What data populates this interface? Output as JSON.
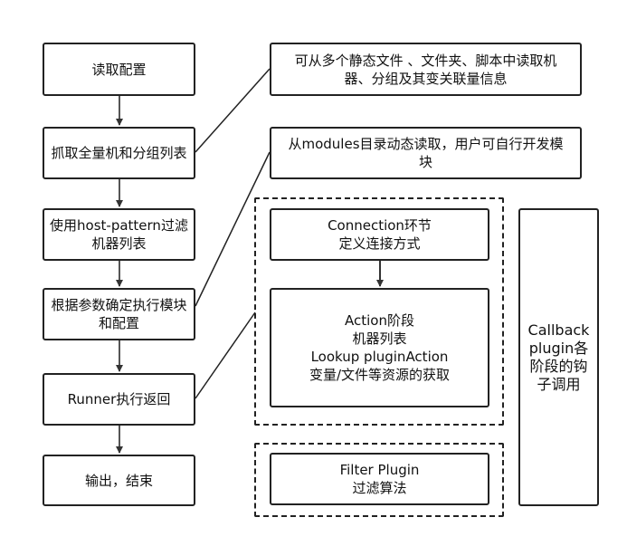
{
  "flow": {
    "step1": "读取配置",
    "step2": "抓取全量机和分组列表",
    "step3": "使用host-pattern过滤机器列表",
    "step4": "根据参数确定执行模块和配置",
    "step5": "Runner执行返回",
    "step6": "输出，结束"
  },
  "notes": {
    "inventory": "可从多个静态文件 、文件夹、脚本中读取机器、分组及其变关联量信息",
    "modules": "从modules目录动态读取，用户可自行开发模块"
  },
  "runner": {
    "connection": [
      "Connection环节",
      "定义连接方式"
    ],
    "action": [
      "Action阶段",
      "机器列表",
      "Lookup pluginAction",
      "变量/文件等资源的获取"
    ],
    "filter": [
      "Filter Plugin",
      "过滤算法"
    ],
    "callback": [
      "Callback",
      "plugin各",
      "阶段的钩",
      "子调用"
    ]
  }
}
